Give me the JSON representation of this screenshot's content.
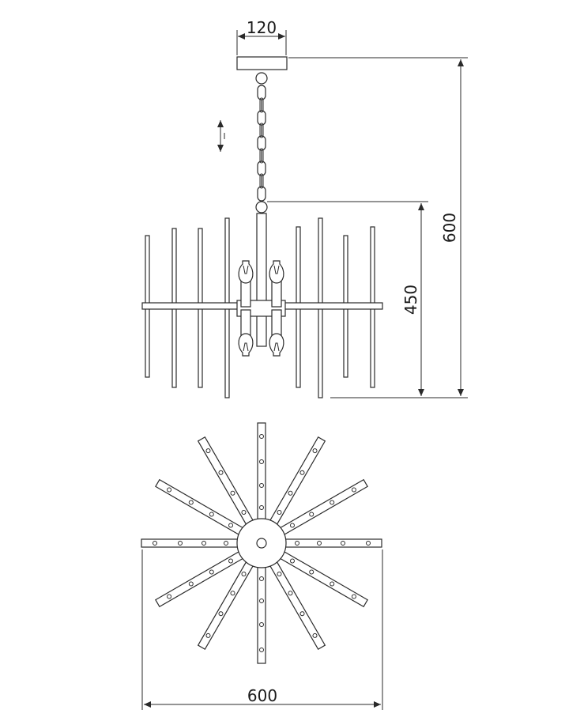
{
  "drawing": {
    "stroke_color": "#2a2a2a",
    "background": "#ffffff"
  },
  "dimensions": {
    "canopy_width": "120",
    "total_height": "600",
    "body_height": "450",
    "diameter": "600",
    "adjustable_symbol": "↕"
  }
}
